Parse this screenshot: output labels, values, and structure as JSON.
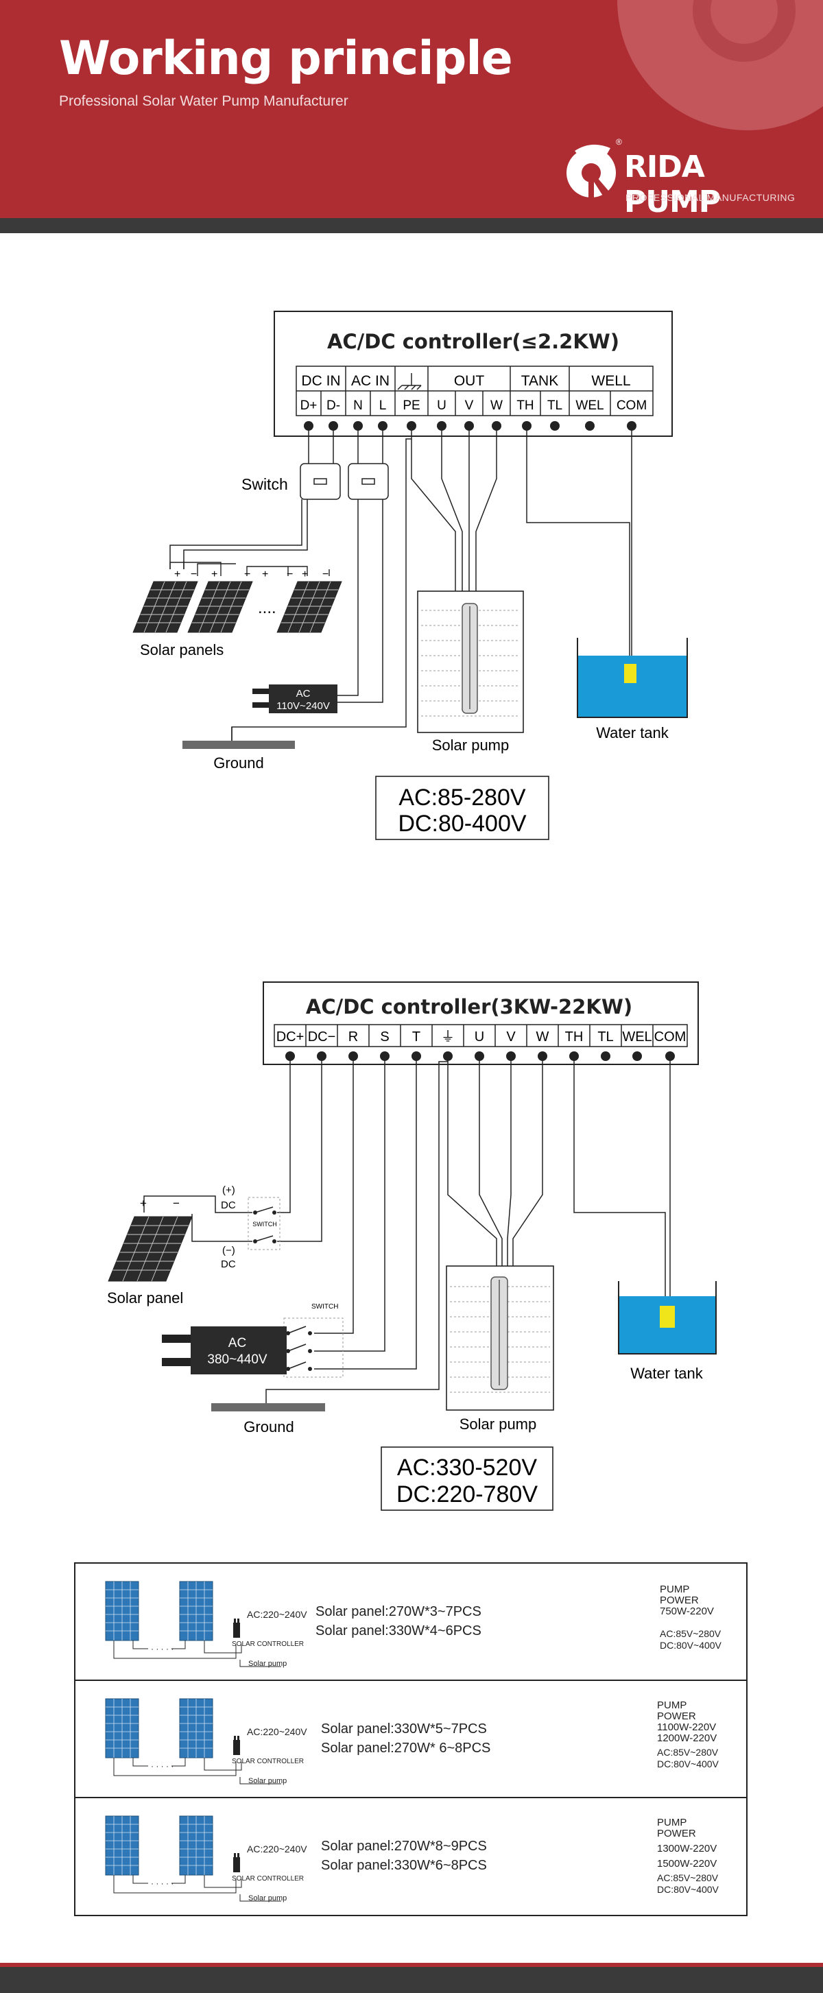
{
  "header": {
    "title": "Working principle",
    "subtitle": "Professional Solar Water Pump Manufacturer",
    "brand_name": "RIDA PUMP",
    "brand_tagline": "PROFESSIONAL MANUFACTURING",
    "registered_mark": "®"
  },
  "diagram1": {
    "title": "AC/DC controller(≤2.2KW)",
    "groups": [
      "DC IN",
      "AC IN",
      "OUT",
      "TANK",
      "WELL"
    ],
    "terminals": [
      "D+",
      "D-",
      "N",
      "L",
      "PE",
      "U",
      "V",
      "W",
      "TH",
      "TL",
      "WEL",
      "COM"
    ],
    "switch_label": "Switch",
    "solar_label": "Solar panels",
    "ellipsis": "....",
    "ac_label": "AC",
    "ac_range": "110V~240V",
    "ground_label": "Ground",
    "pump_label": "Solar pump",
    "tank_label": "Water tank",
    "spec_ac": "AC:85-280V",
    "spec_dc": "DC:80-400V"
  },
  "diagram2": {
    "title": "AC/DC controller(3KW-22KW)",
    "terminals": [
      "DC+",
      "DC−",
      "R",
      "S",
      "T",
      "⏚",
      "U",
      "V",
      "W",
      "TH",
      "TL",
      "WEL",
      "COM"
    ],
    "dc_plus": "(+)",
    "dc_minus": "(−)",
    "dc": "DC",
    "switch_label": "SWITCH",
    "solar_label": "Solar panel",
    "ac_label": "AC",
    "ac_range": "380~440V",
    "ground_label": "Ground",
    "pump_label": "Solar pump",
    "tank_label": "Water tank",
    "spec_ac": "AC:330-520V",
    "spec_dc": "DC:220-780V"
  },
  "config_table": {
    "ac_label": "AC:220~240V",
    "controller_label": "SOLAR CONTROLLER",
    "pump_label": "Solar pump",
    "power_header_1": "PUMP",
    "power_header_2": "POWER",
    "ac_range": "AC:85V~280V",
    "dc_range": "DC:80V~400V",
    "rows": [
      {
        "panel_1": "Solar panel:270W*3~7PCS",
        "panel_2": "Solar panel:330W*4~6PCS",
        "power_1": "750W-220V",
        "power_2": ""
      },
      {
        "panel_1": "Solar panel:330W*5~7PCS",
        "panel_2": "Solar panel:270W* 6~8PCS",
        "power_1": "1100W-220V",
        "power_2": "1200W-220V"
      },
      {
        "panel_1": "Solar panel:270W*8~9PCS",
        "panel_2": "Solar panel:330W*6~8PCS",
        "power_1": "1300W-220V",
        "power_2": "1500W-220V"
      }
    ]
  },
  "colors": {
    "header_red": "#ad2d33",
    "dark_band": "#3a3a3a",
    "water_blue": "#1a9ad6",
    "float_yellow": "#f0e41a",
    "panel_blue": "#2f78b7"
  }
}
